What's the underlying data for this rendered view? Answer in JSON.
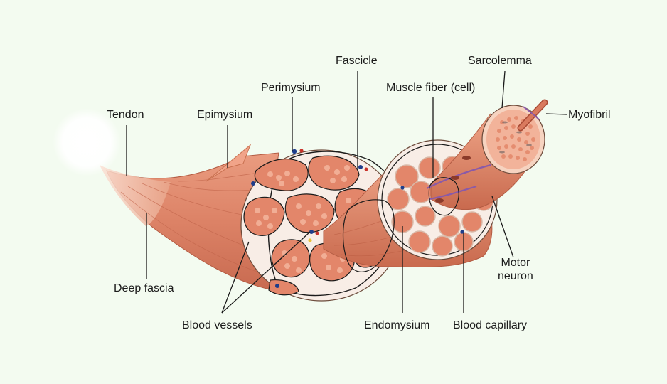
{
  "labels": {
    "tendon": "Tendon",
    "epimysium": "Epimysium",
    "perimysium": "Perimysium",
    "fascicle": "Fascicle",
    "muscle_fiber": "Muscle fiber (cell)",
    "sarcolemma": "Sarcolemma",
    "myofibril": "Myofibril",
    "deep_fascia": "Deep fascia",
    "blood_vessels": "Blood vessels",
    "endomysium": "Endomysium",
    "blood_capillary": "Blood capillary",
    "motor_neuron_line1": "Motor",
    "motor_neuron_line2": "neuron"
  },
  "colors": {
    "background": "#f3fbf0",
    "muscle": "#e0876a",
    "muscle_dark": "#c96a4e",
    "muscle_light": "#f2b59c",
    "connective": "#fbeee6",
    "outline": "#1a1a1a",
    "vessel_blue": "#1f3d8a",
    "vessel_red": "#c8322a",
    "neuron_purple": "#8a5aa8"
  }
}
